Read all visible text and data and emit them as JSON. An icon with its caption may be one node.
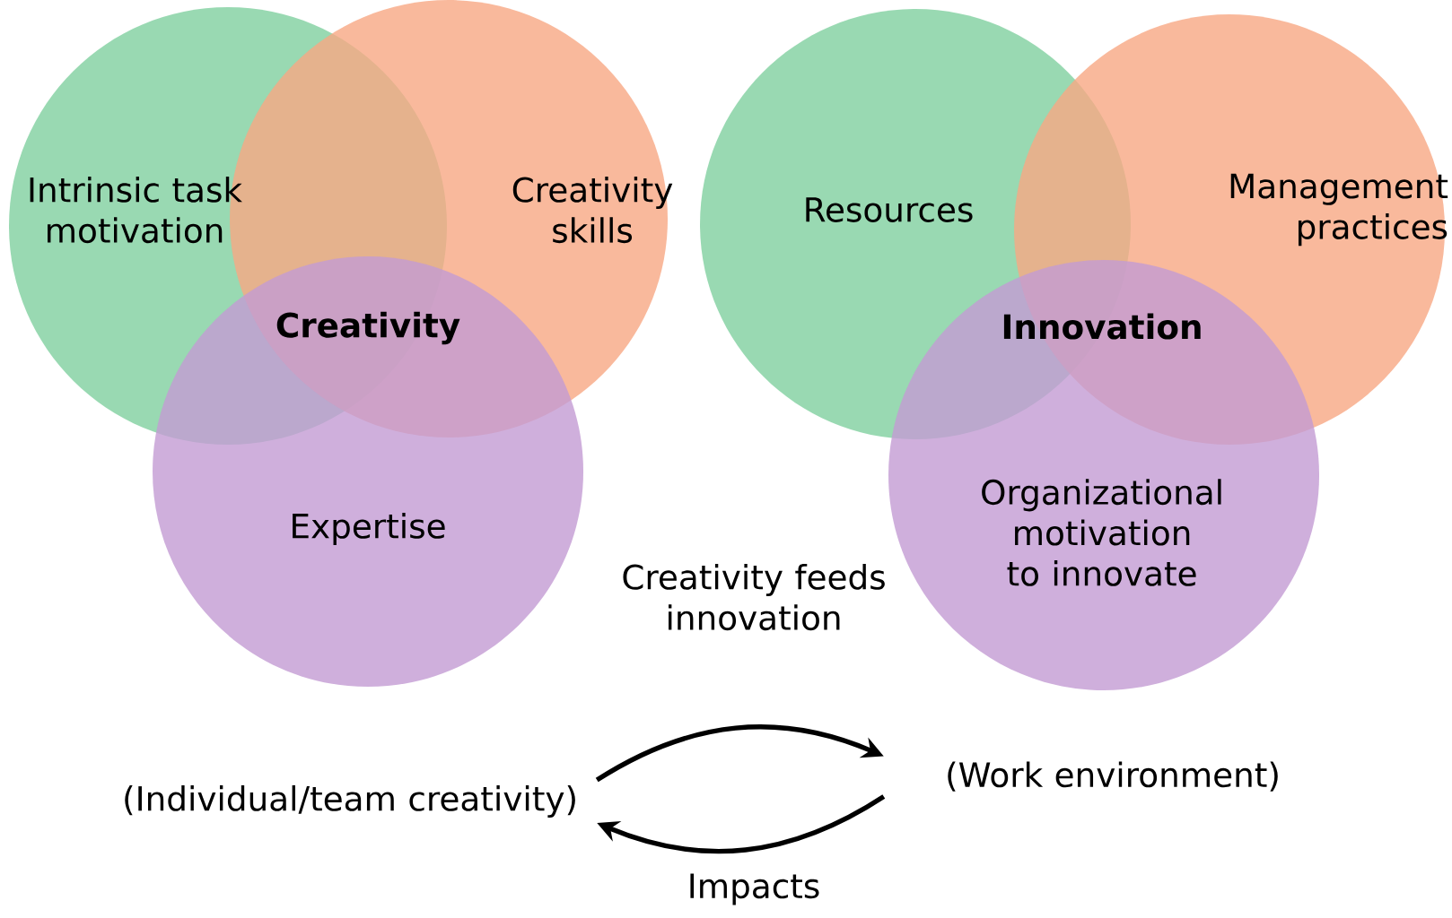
{
  "diagram": {
    "nodes": [
      {
        "text": [
          "Intrinsic task motivation"
        ]
      },
      {
        "text": [
          "Creativity skills"
        ]
      },
      {
        "text": [
          "Expertise"
        ]
      },
      {
        "text": [
          "Resources"
        ]
      },
      {
        "text": [
          "Management practices"
        ]
      },
      {
        "text": [
          "Organizational motivation to innovate"
        ]
      },
      {
        "text": [
          "(Individual/team creativity)"
        ]
      },
      {
        "text": [
          "(Work environment)"
        ]
      }
    ],
    "edges": [
      {
        "from": 6,
        "to": 7,
        "arrow": "to",
        "label": "Creativity feeds innovation"
      },
      {
        "from": 7,
        "to": 6,
        "arrow": "to",
        "label": "Impacts"
      }
    ],
    "labels": [
      "Creativity",
      "Innovation"
    ]
  }
}
